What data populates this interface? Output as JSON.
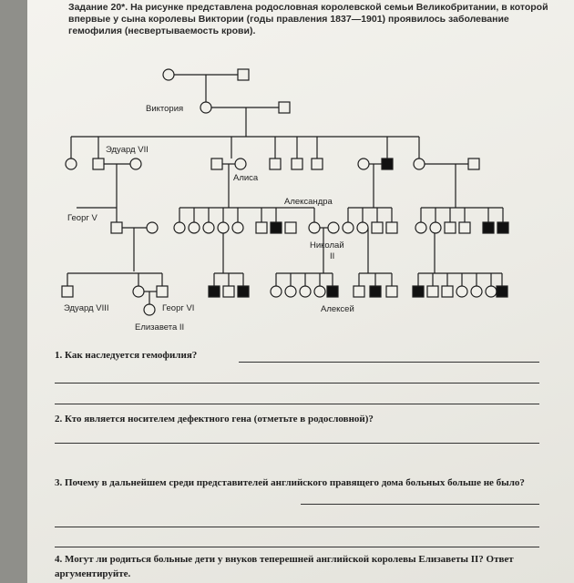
{
  "task": {
    "label": "Задание 20*.",
    "text": "На рисунке представлена родословная королевской семьи Великобритании, в которой впервые у сына королевы Виктории (годы правления 1837—1901) проявилось заболевание гемофилия (несвертываемость крови)."
  },
  "pedigree_labels": {
    "victoria": "Виктория",
    "edward7": "Эдуард VII",
    "alice": "Алиса",
    "alexandra": "Александра",
    "george5": "Георг V",
    "nicholas2_line1": "Николай",
    "nicholas2_line2": "II",
    "edward8": "Эдуард VIII",
    "george6": "Георг VI",
    "elizabeth2": "Елизавета II",
    "alexei": "Алексей"
  },
  "questions": [
    {
      "text": "1. Как наследуется гемофилия?"
    },
    {
      "text": "2. Кто является носителем дефектного гена (отметьте в родословной)?"
    },
    {
      "text": "3. Почему в дальнейшем среди представителей английского правящего дома больных больше не было?"
    },
    {
      "text": "4. Могут ли родиться больные дети у внуков теперешней английской королевы Елизаветы II? Ответ аргументируйте."
    }
  ]
}
